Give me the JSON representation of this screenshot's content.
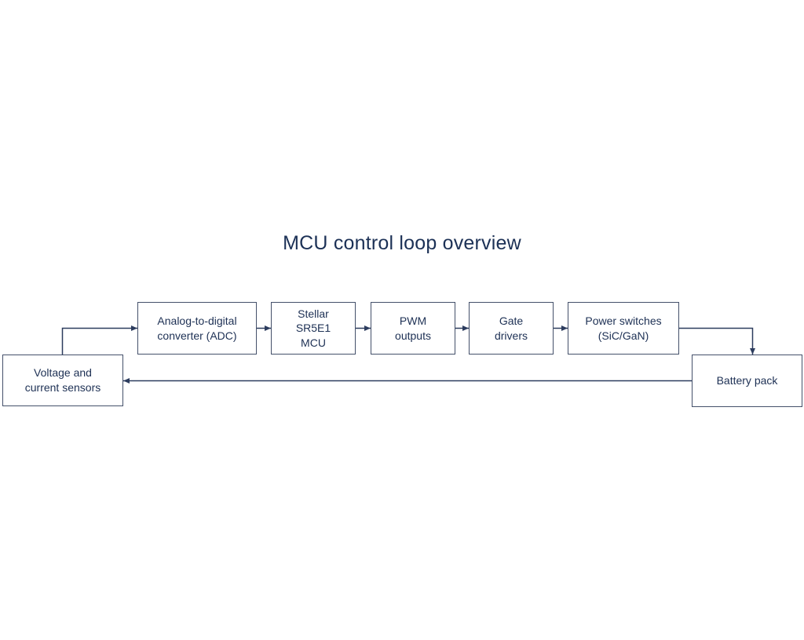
{
  "title": "MCU control loop overview",
  "colors": {
    "text": "#1d3054",
    "border": "#44506a",
    "line": "#2c3c5e",
    "title": "#1c3156",
    "background": "#ffffff"
  },
  "diagram": {
    "nodes": [
      {
        "id": "sensors",
        "label": "Voltage and\ncurrent sensors"
      },
      {
        "id": "adc",
        "label": "Analog-to-digital\nconverter (ADC)"
      },
      {
        "id": "mcu",
        "label": "Stellar\nSR5E1\nMCU"
      },
      {
        "id": "pwm",
        "label": "PWM\noutputs"
      },
      {
        "id": "gate",
        "label": "Gate\ndrivers"
      },
      {
        "id": "power",
        "label": "Power switches\n(SiC/GaN)"
      },
      {
        "id": "battery",
        "label": "Battery pack"
      }
    ],
    "edges": [
      {
        "from": "sensors",
        "to": "adc"
      },
      {
        "from": "adc",
        "to": "mcu"
      },
      {
        "from": "mcu",
        "to": "pwm"
      },
      {
        "from": "pwm",
        "to": "gate"
      },
      {
        "from": "gate",
        "to": "power"
      },
      {
        "from": "power",
        "to": "battery"
      },
      {
        "from": "battery",
        "to": "sensors"
      }
    ]
  }
}
